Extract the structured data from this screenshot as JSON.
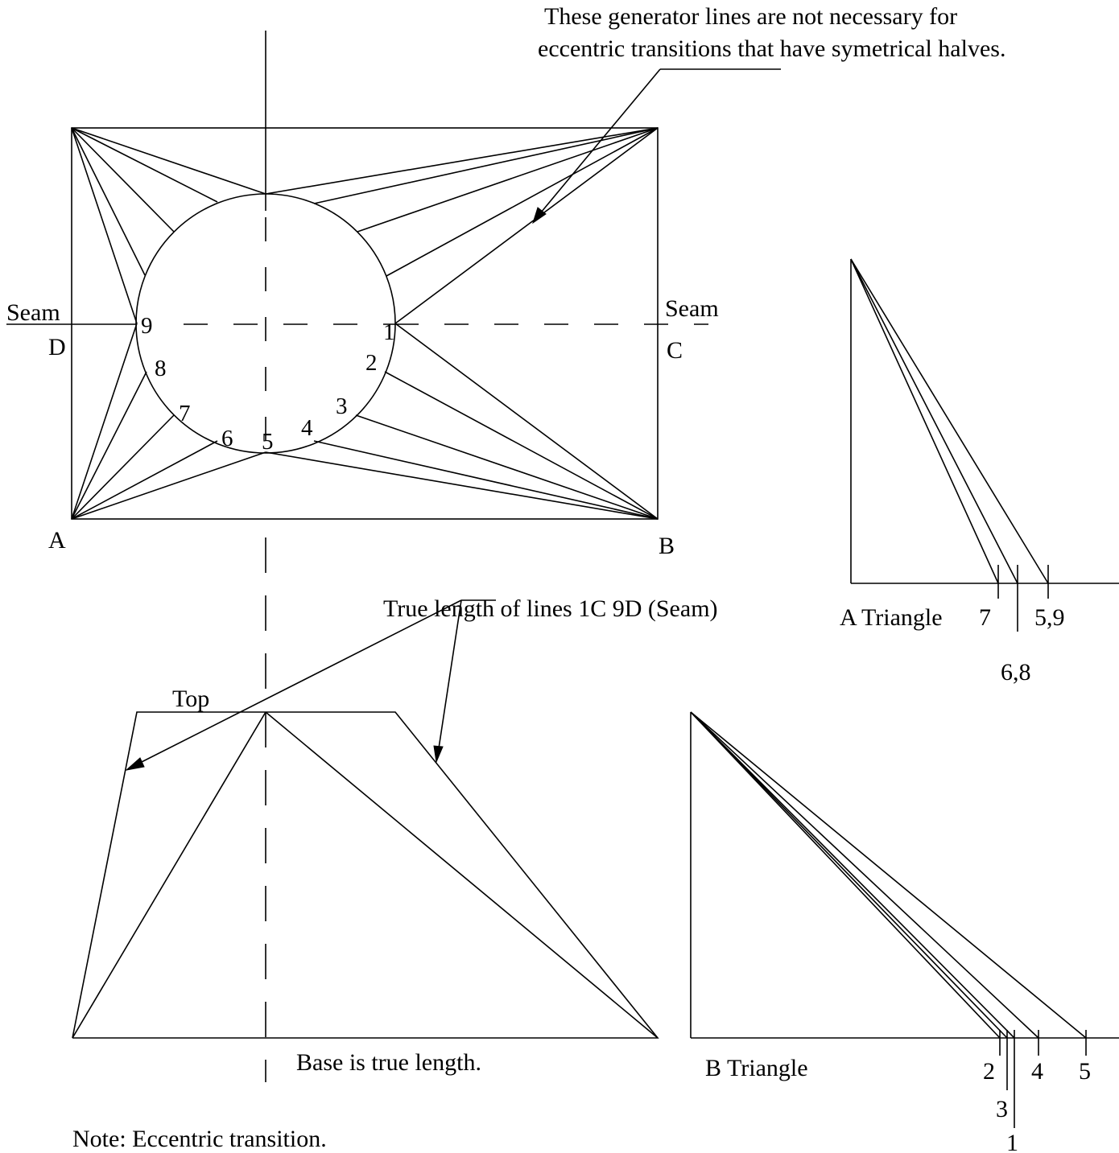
{
  "notes": {
    "generator_line1": "These generator lines are not necessary for",
    "generator_line2": "eccentric transitions that have symetrical halves.",
    "true_length": "True length of lines 1C  9D (Seam)",
    "base": "Base is true length.",
    "eccentric": "Note: Eccentric transition.",
    "top": "Top"
  },
  "plan": {
    "corners": {
      "a": "A",
      "b": "B",
      "c": "C",
      "d": "D"
    },
    "seam_left": "Seam",
    "seam_right": "Seam",
    "points": [
      "1",
      "2",
      "3",
      "4",
      "5",
      "6",
      "7",
      "8",
      "9"
    ]
  },
  "a_triangle": {
    "title": "A Triangle",
    "ticks": [
      "7",
      "6,8",
      "5,9"
    ]
  },
  "b_triangle": {
    "title": "B Triangle",
    "ticks": [
      "2",
      "3",
      "1",
      "4",
      "5"
    ]
  },
  "colors": {
    "ink": "#000000",
    "paper": "#ffffff"
  }
}
